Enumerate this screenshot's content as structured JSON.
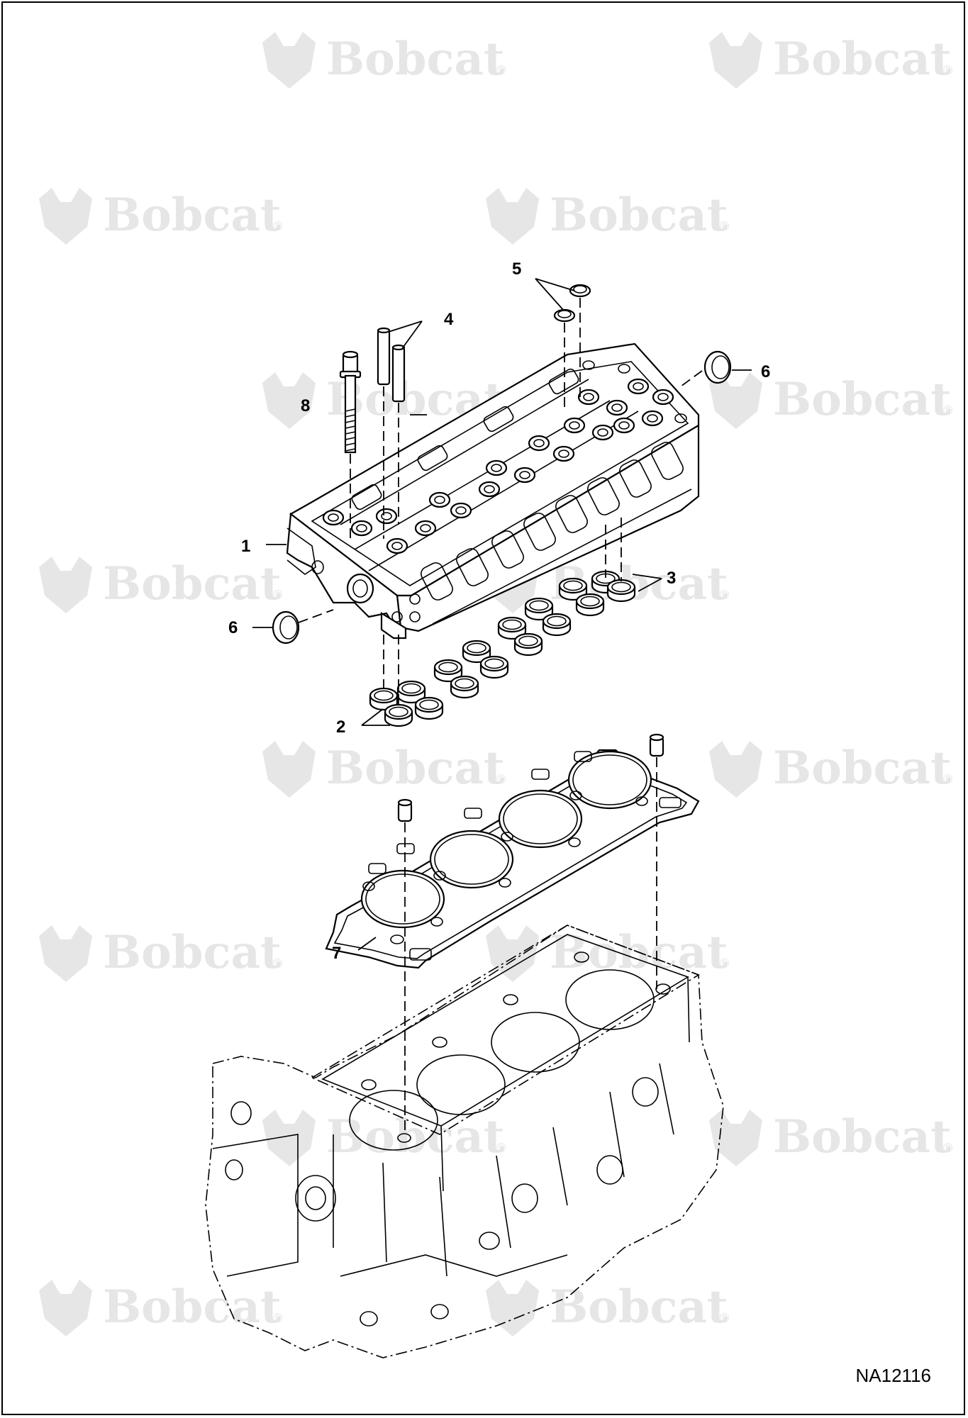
{
  "watermark": {
    "text": "Bobcat",
    "mark": "®"
  },
  "figure_id": "NA12116",
  "callouts": [
    {
      "id": "callout-1",
      "label": "1",
      "part": "cylinder-head"
    },
    {
      "id": "callout-2",
      "label": "2",
      "part": "valve-seat-exhaust"
    },
    {
      "id": "callout-3",
      "label": "3",
      "part": "valve-seat-intake"
    },
    {
      "id": "callout-4",
      "label": "4",
      "part": "valve-guide"
    },
    {
      "id": "callout-5",
      "label": "5",
      "part": "plug-small"
    },
    {
      "id": "callout-6a",
      "label": "6",
      "part": "expansion-plug"
    },
    {
      "id": "callout-6b",
      "label": "6",
      "part": "expansion-plug"
    },
    {
      "id": "callout-7",
      "label": "7",
      "part": "head-gasket"
    },
    {
      "id": "callout-8",
      "label": "8",
      "part": "head-bolt"
    }
  ],
  "colors": {
    "line": "#000000",
    "watermark": "#e6e6e6",
    "background": "#ffffff"
  }
}
